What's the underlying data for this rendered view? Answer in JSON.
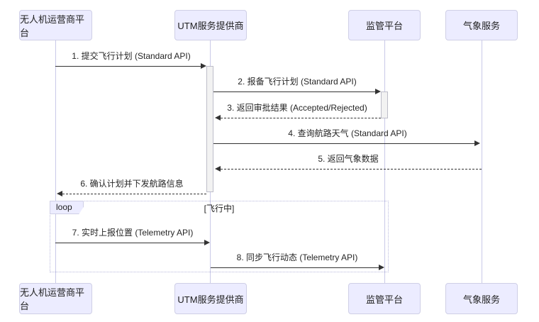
{
  "diagram": {
    "type": "sequence-diagram",
    "actors": [
      {
        "name": "无人机运营商平台"
      },
      {
        "name": "UTM服务提供商"
      },
      {
        "name": "监管平台"
      },
      {
        "name": "气象服务"
      }
    ],
    "messages": [
      {
        "label": "1. 提交飞行计划 (Standard API)",
        "from": "无人机运营商平台",
        "to": "UTM服务提供商",
        "line": "solid"
      },
      {
        "label": "2. 报备飞行计划 (Standard API)",
        "from": "UTM服务提供商",
        "to": "监管平台",
        "line": "solid"
      },
      {
        "label": "3. 返回审批结果 (Accepted/Rejected)",
        "from": "监管平台",
        "to": "UTM服务提供商",
        "line": "dashed"
      },
      {
        "label": "4. 查询航路天气 (Standard API)",
        "from": "UTM服务提供商",
        "to": "气象服务",
        "line": "solid"
      },
      {
        "label": "5. 返回气象数据",
        "from": "气象服务",
        "to": "UTM服务提供商",
        "line": "dashed"
      },
      {
        "label": "6. 确认计划并下发航路信息",
        "from": "UTM服务提供商",
        "to": "无人机运营商平台",
        "line": "dashed"
      },
      {
        "label": "7. 实时上报位置 (Telemetry API)",
        "from": "无人机运营商平台",
        "to": "UTM服务提供商",
        "line": "solid"
      },
      {
        "label": "8. 同步飞行动态 (Telemetry API)",
        "from": "UTM服务提供商",
        "to": "监管平台",
        "line": "solid"
      }
    ],
    "loop": {
      "label": "loop",
      "condition": "[飞行中]"
    },
    "colors": {
      "actor_fill": "#ECECFF",
      "actor_border": "#CFCFE6",
      "lifeline": "#C9C9E8",
      "arrow": "#333333",
      "activation_fill": "#F2F2F2",
      "loop_border": "#B9B9DD",
      "text": "#262626"
    }
  }
}
